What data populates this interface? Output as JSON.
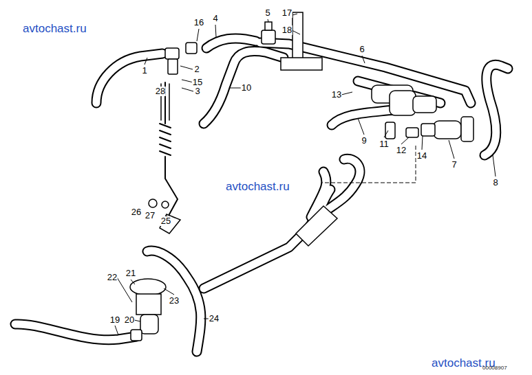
{
  "diagram": {
    "labels": [
      "avtochast.ru",
      "16",
      "4",
      "5",
      "17",
      "18",
      "6",
      "1",
      "2",
      "15",
      "3",
      "28",
      "10",
      "13",
      "9",
      "11",
      "12",
      "14",
      "7",
      "8",
      "26",
      "27",
      "25",
      "avtochast.ru",
      "21",
      "22",
      "23",
      "19",
      "20",
      "24",
      "avtochast.ru",
      "00008907"
    ]
  }
}
